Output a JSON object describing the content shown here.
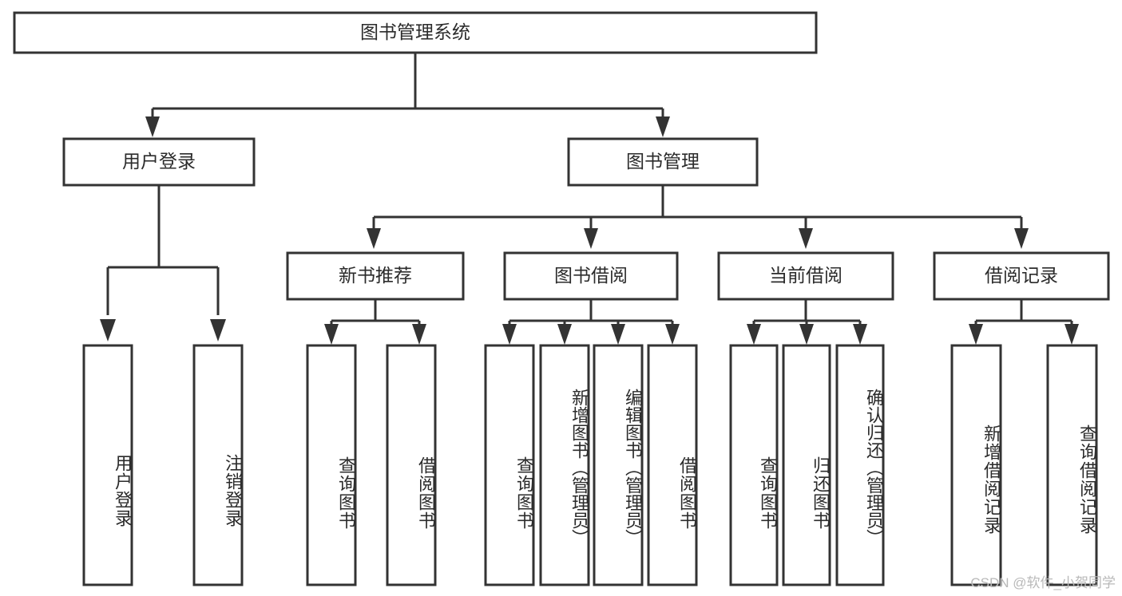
{
  "diagram": {
    "title_node": {
      "id": "root",
      "label": "图书管理系统"
    },
    "watermark": "CSDN @软件_小贺同学",
    "colors": {
      "background": "#ffffff",
      "node_fill": "#ffffff",
      "node_stroke": "#333333",
      "text": "#2b2b2b",
      "watermark": "#b9b9b9"
    },
    "level2": [
      {
        "id": "user-login",
        "label": "用户登录"
      },
      {
        "id": "book-manage",
        "label": "图书管理"
      }
    ],
    "level3": [
      {
        "id": "new-book-rec",
        "label": "新书推荐"
      },
      {
        "id": "book-borrow",
        "label": "图书借阅"
      },
      {
        "id": "current-borrow",
        "label": "当前借阅"
      },
      {
        "id": "borrow-record",
        "label": "借阅记录"
      }
    ],
    "leaves": {
      "user_login": [
        {
          "id": "leaf-user-login",
          "label": "用户登录"
        },
        {
          "id": "leaf-logout",
          "label": "注销登录"
        }
      ],
      "new_book_rec": [
        {
          "id": "leaf-query-book-1",
          "label": "查询图书"
        },
        {
          "id": "leaf-borrow-book-1",
          "label": "借阅图书"
        }
      ],
      "book_borrow": [
        {
          "id": "leaf-query-book-2",
          "label": "查询图书"
        },
        {
          "id": "leaf-add-book",
          "label": "新增图书（管理员）"
        },
        {
          "id": "leaf-edit-book",
          "label": "编辑图书（管理员）"
        },
        {
          "id": "leaf-borrow-book-2",
          "label": "借阅图书"
        }
      ],
      "current_borrow": [
        {
          "id": "leaf-query-book-3",
          "label": "查询图书"
        },
        {
          "id": "leaf-return-book",
          "label": "归还图书"
        },
        {
          "id": "leaf-confirm-return",
          "label": "确认归还（管理员）"
        }
      ],
      "borrow_record": [
        {
          "id": "leaf-add-record",
          "label": "新增借阅记录"
        },
        {
          "id": "leaf-query-record",
          "label": "查询借阅记录"
        }
      ]
    }
  }
}
